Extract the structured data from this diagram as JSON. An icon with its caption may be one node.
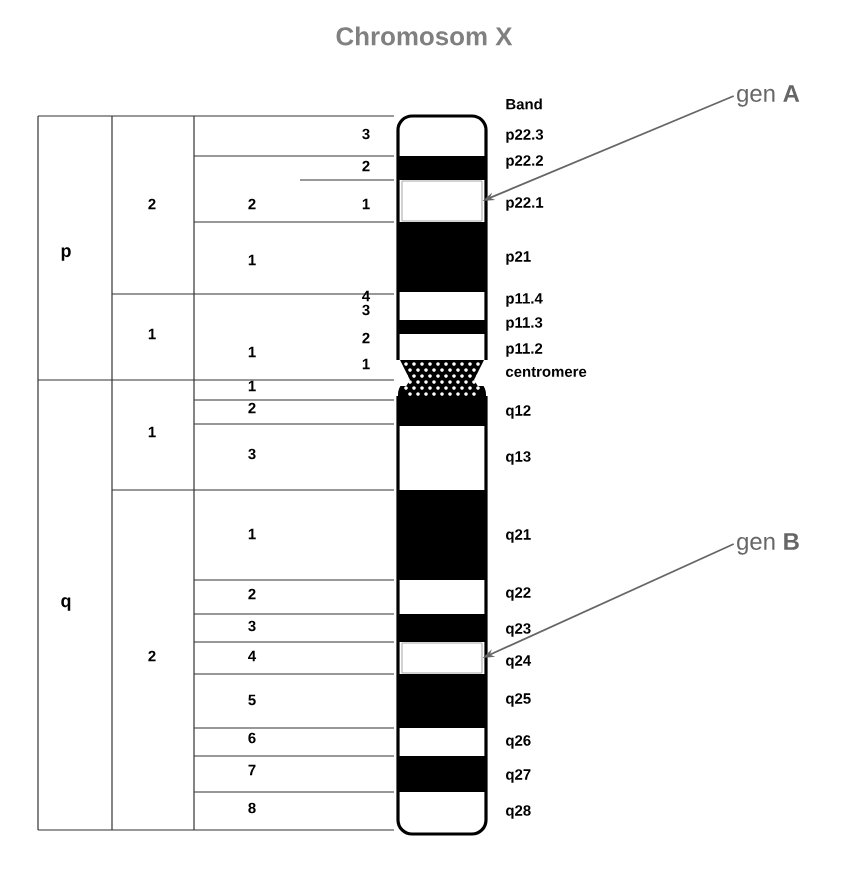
{
  "diagram": {
    "title": "Chromosom X",
    "nodes": [
      {
        "text": [
          "gen **A**"
        ]
      },
      {
        "text": [],
        "shape": "box"
      },
      {
        "text": [
          "gen **B**"
        ]
      },
      {
        "text": [],
        "shape": "box"
      }
    ],
    "edges": [
      {
        "from": 0,
        "to": 1,
        "arrow": "to"
      },
      {
        "from": 2,
        "to": 3,
        "arrow": "to"
      }
    ],
    "labels": [
      "Band",
      "p22.3",
      "p22.2",
      "p22.1",
      "p21",
      "p11.4",
      "p11.3",
      "p11.2",
      "centromere",
      "q12",
      "q13",
      "q21",
      "q22",
      "q23",
      "q24",
      "q25",
      "q26",
      "q27",
      "q28",
      "p",
      "q",
      "2",
      "1",
      "1",
      "2",
      "3",
      "2",
      "2",
      "1",
      "1",
      "4",
      "3",
      "1",
      "2",
      "1",
      "1",
      "2",
      "3",
      "1",
      "2",
      "3",
      "4",
      "5",
      "6",
      "7",
      "8"
    ]
  }
}
